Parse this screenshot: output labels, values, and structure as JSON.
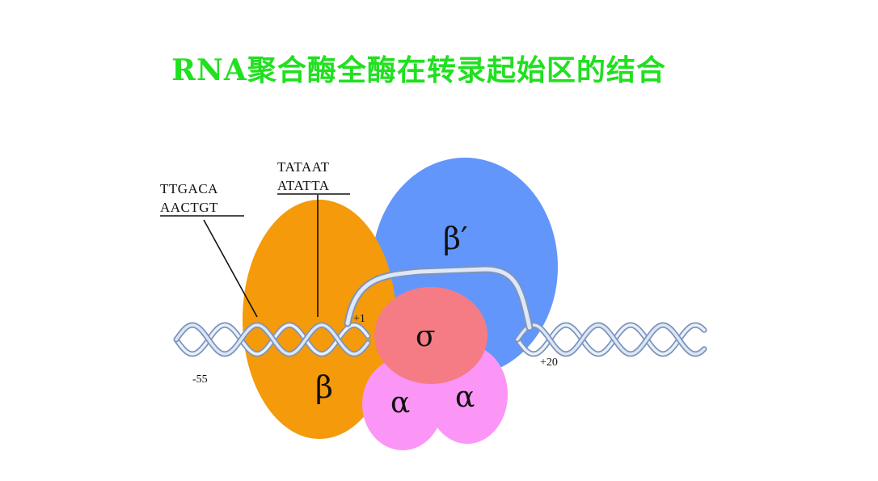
{
  "title": "RNA聚合酶全酶在转录起始区的结合",
  "sequences": {
    "minus35_top": "TTGACA",
    "minus35_bottom": "AACTGT",
    "minus10_top": "TATAAT",
    "minus10_bottom": "ATATTA"
  },
  "positions": {
    "minus55": "-55",
    "plus1": "+1",
    "plus20": "+20"
  },
  "subunits": {
    "beta": "β",
    "beta_prime": "β′",
    "sigma": "σ",
    "alpha1": "α",
    "alpha2": "α"
  },
  "colors": {
    "title": "#20e020",
    "beta": "#f59a0a",
    "beta_prime": "#6396fb",
    "sigma": "#f57c84",
    "alpha": "#fb96f7",
    "dna": "#b3c8e6"
  }
}
